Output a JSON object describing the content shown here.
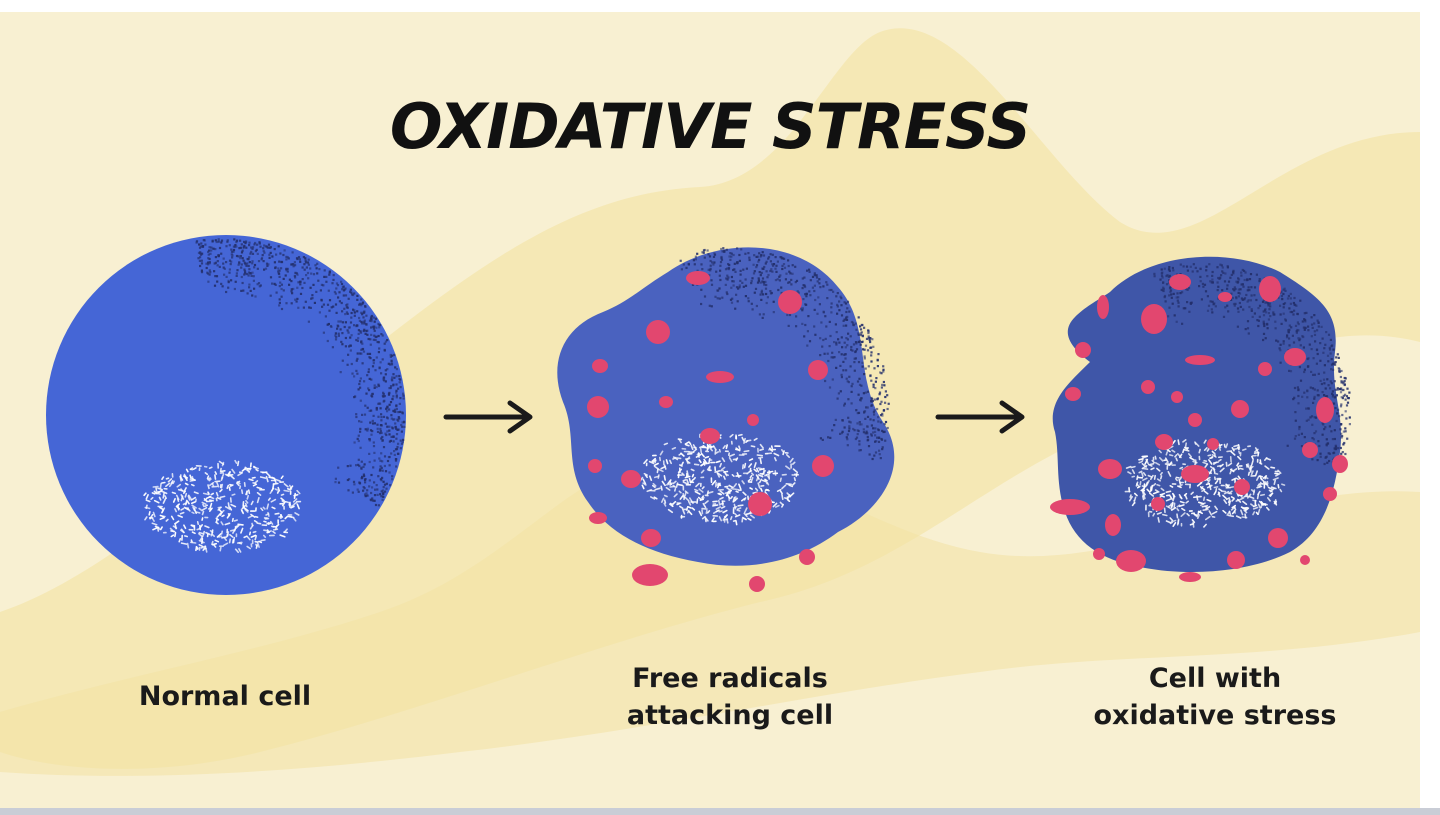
{
  "title": "OXIDATIVE STRESS",
  "stages": [
    {
      "id": "normal",
      "caption_lines": [
        "Normal cell"
      ]
    },
    {
      "id": "attacking",
      "caption_lines": [
        "Free radicals",
        "attacking cell"
      ]
    },
    {
      "id": "stressed",
      "caption_lines": [
        "Cell with",
        "oxidative stress"
      ]
    }
  ],
  "colors": {
    "background": "#f8f0d2",
    "wave": "#f4e6ab",
    "cell": "#4566d6",
    "cell_damaged": "#4a62bf",
    "cell_stressed": "#3f56a8",
    "stipple": "#232f6b",
    "nucleus": "#ffffff",
    "radical": "#e2476f",
    "arrow": "#1a1a1a"
  }
}
